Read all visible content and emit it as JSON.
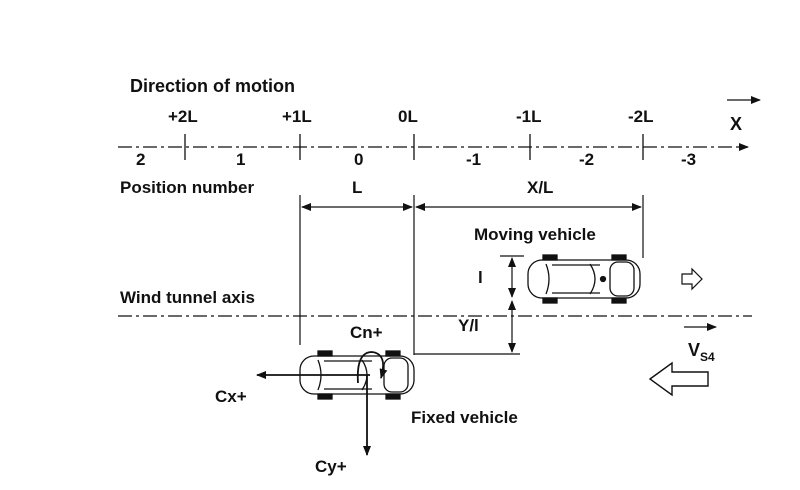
{
  "labels": {
    "direction_of_motion": "Direction of motion",
    "position_number": "Position number",
    "x_axis": "X",
    "wind_tunnel_axis": "Wind tunnel axis",
    "moving_vehicle": "Moving vehicle",
    "fixed_vehicle": "Fixed vehicle",
    "L": "L",
    "X_over_L": "X/L",
    "l": "l",
    "Y_over_l": "Y/l",
    "Cn": "Cn+",
    "Cx": "Cx+",
    "Cy": "Cy+",
    "V": "V",
    "V_sub": "S4"
  },
  "scale_top": [
    "+2L",
    "+1L",
    "0L",
    "-1L",
    "-2L"
  ],
  "positions": [
    "2",
    "1",
    "0",
    "-1",
    "-2",
    "-3"
  ]
}
